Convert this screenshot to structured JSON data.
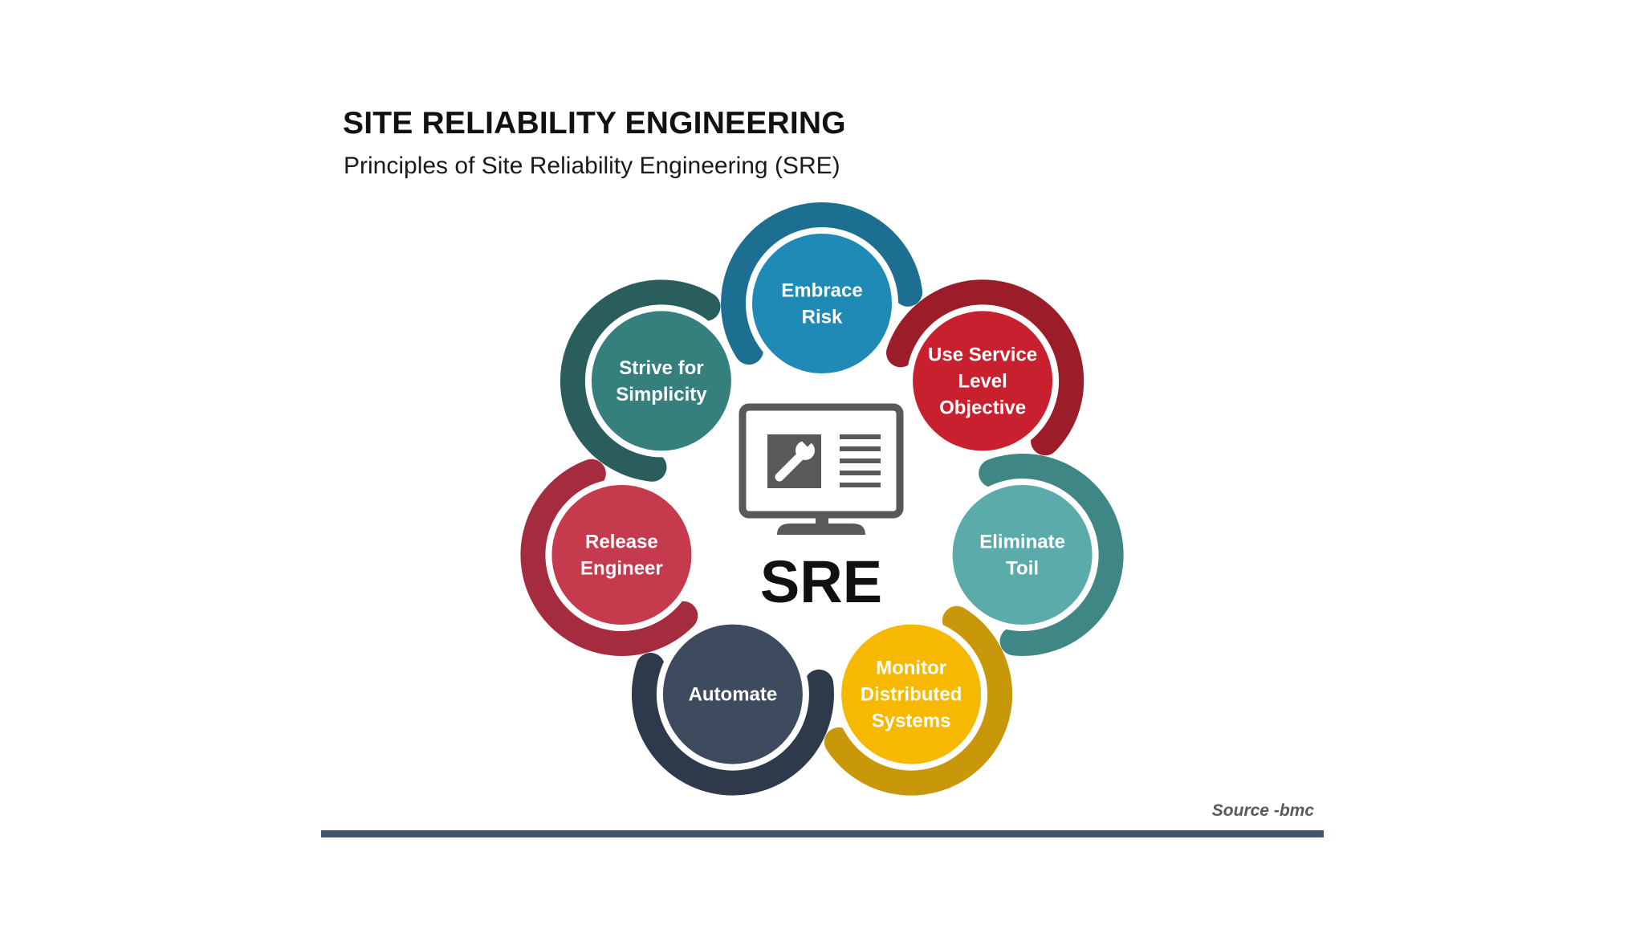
{
  "header": {
    "title": "SITE RELIABILITY ENGINEERING",
    "subtitle": "Principles of Site Reliability Engineering (SRE)"
  },
  "center": {
    "label": "SRE",
    "icon": "monitor-wrench-icon",
    "color": "#111111"
  },
  "principles": [
    {
      "lines": [
        "Embrace",
        "Risk"
      ],
      "color": "#1f8ab5",
      "ring_color": "#1c6f91"
    },
    {
      "lines": [
        "Use Service",
        "Level",
        "Objective"
      ],
      "color": "#c8202e",
      "ring_color": "#9c1d2a"
    },
    {
      "lines": [
        "Eliminate",
        "Toil"
      ],
      "color": "#5cabab",
      "ring_color": "#3f8784"
    },
    {
      "lines": [
        "Monitor",
        "Distributed",
        "Systems"
      ],
      "color": "#f6b800",
      "ring_color": "#c9980a"
    },
    {
      "lines": [
        "Automate"
      ],
      "color": "#3e4b5f",
      "ring_color": "#2e3a4c"
    },
    {
      "lines": [
        "Release",
        "Engineer"
      ],
      "color": "#c53a4d",
      "ring_color": "#a52c3e"
    },
    {
      "lines": [
        "Strive for",
        "Simplicity"
      ],
      "color": "#357f7c",
      "ring_color": "#2a5e5d"
    }
  ],
  "source": "Source -bmc",
  "colors": {
    "rule": "#44546a",
    "icon": "#595959",
    "label_text": "#ffffff"
  }
}
